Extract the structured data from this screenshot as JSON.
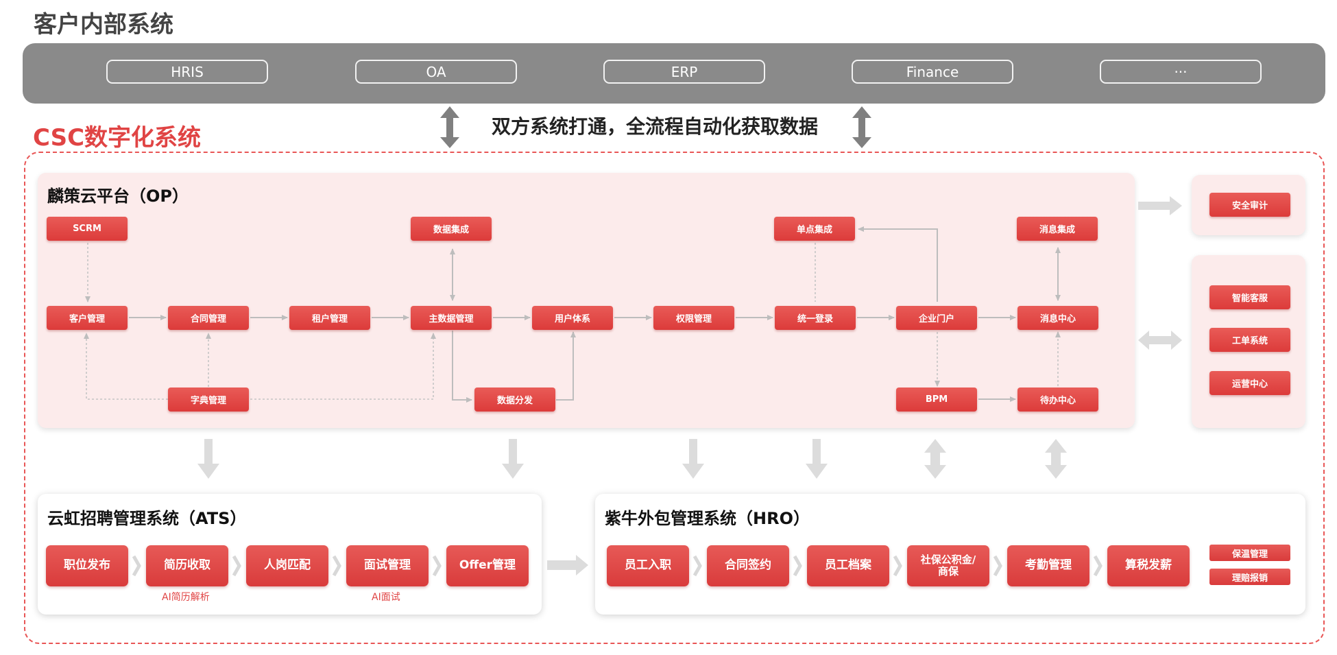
{
  "header": {
    "title": "客户内部系统"
  },
  "internal_systems": [
    "HRIS",
    "OA",
    "ERP",
    "Finance",
    "···"
  ],
  "sync_text": "双方系统打通，全流程自动化获取数据",
  "csc_title": "CSC数字化系统",
  "op": {
    "title": "麟策云平台（OP）",
    "nodes": {
      "scrm": "SCRM",
      "data_integration": "数据集成",
      "sso_integration": "单点集成",
      "msg_integration": "消息集成",
      "customer_mgmt": "客户管理",
      "contract_mgmt": "合同管理",
      "tenant_mgmt": "租户管理",
      "master_data": "主数据管理",
      "user_system": "用户体系",
      "permission_mgmt": "权限管理",
      "unified_login": "统一登录",
      "enterprise_portal": "企业门户",
      "message_center": "消息中心",
      "dictionary_mgmt": "字典管理",
      "data_distribution": "数据分发",
      "bpm": "BPM",
      "todo_center": "待办中心"
    }
  },
  "side": {
    "security_audit": "安全审计",
    "smart_service": "智能客服",
    "ticket_system": "工单系统",
    "ops_center": "运营中心"
  },
  "ats": {
    "title": "云虹招聘管理系统（ATS）",
    "stages": [
      "职位发布",
      "简历收取",
      "人岗匹配",
      "面试管理",
      "Offer管理"
    ],
    "ai_resume": "AI简历解析",
    "ai_interview": "AI面试"
  },
  "hro": {
    "title": "紫牛外包管理系统（HRO）",
    "stages": [
      "员工入职",
      "合同签约",
      "员工档案",
      "社保公积金/\n商保",
      "考勤管理",
      "算税发薪"
    ],
    "extras": [
      "保温管理",
      "理赔报销"
    ]
  },
  "colors": {
    "accent": "#e04444",
    "node": "#dc3b3a",
    "band": "#8a8a8a",
    "panel": "#fcebeb"
  }
}
